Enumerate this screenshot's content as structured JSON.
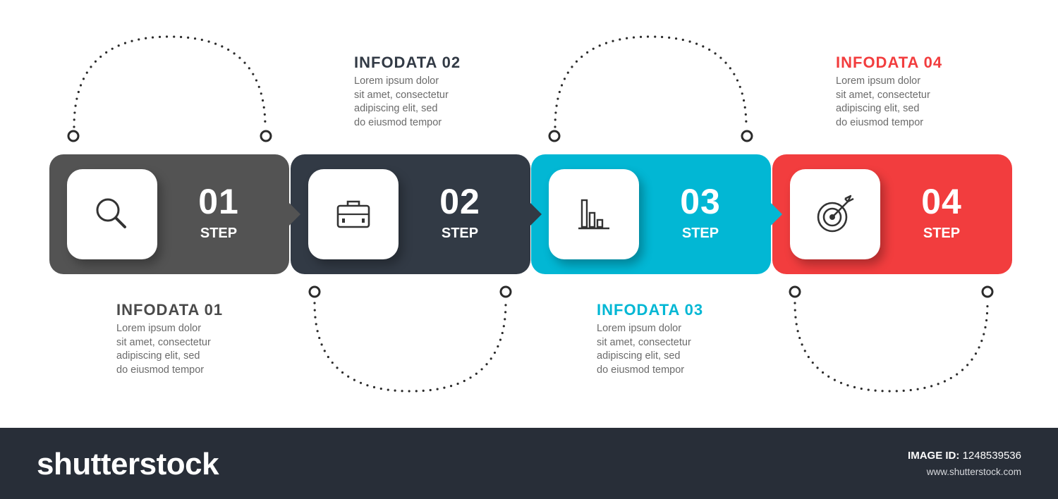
{
  "steps": [
    {
      "number": "01",
      "label": "STEP",
      "icon": "magnifier-icon",
      "color": "#535353"
    },
    {
      "number": "02",
      "label": "STEP",
      "icon": "briefcase-icon",
      "color": "#323a45"
    },
    {
      "number": "03",
      "label": "STEP",
      "icon": "bar-chart-icon",
      "color": "#02b7d4"
    },
    {
      "number": "04",
      "label": "STEP",
      "icon": "target-icon",
      "color": "#f23d3e"
    }
  ],
  "infos": [
    {
      "title": "INFODATA 01",
      "lines": [
        "Lorem ipsum dolor",
        "sit amet, consectetur",
        "adipiscing elit, sed",
        "do eiusmod tempor"
      ],
      "color": "#4a4a4a"
    },
    {
      "title": "INFODATA 02",
      "lines": [
        "Lorem ipsum dolor",
        "sit amet, consectetur",
        "adipiscing elit, sed",
        "do eiusmod tempor"
      ],
      "color": "#323a45"
    },
    {
      "title": "INFODATA 03",
      "lines": [
        "Lorem ipsum dolor",
        "sit amet, consectetur",
        "adipiscing elit, sed",
        "do eiusmod tempor"
      ],
      "color": "#02b7d4"
    },
    {
      "title": "INFODATA 04",
      "lines": [
        "Lorem ipsum dolor",
        "sit amet, consectetur",
        "adipiscing elit, sed",
        "do eiusmod tempor"
      ],
      "color": "#f23d3e"
    }
  ],
  "footer": {
    "brand": "shutterstock",
    "image_id_label": "IMAGE ID:",
    "image_id_value": "1248539536",
    "site": "www.shutterstock.com"
  },
  "colors": {
    "dotted_line": "#2b2b2b",
    "footer_bg": "#282e38"
  }
}
